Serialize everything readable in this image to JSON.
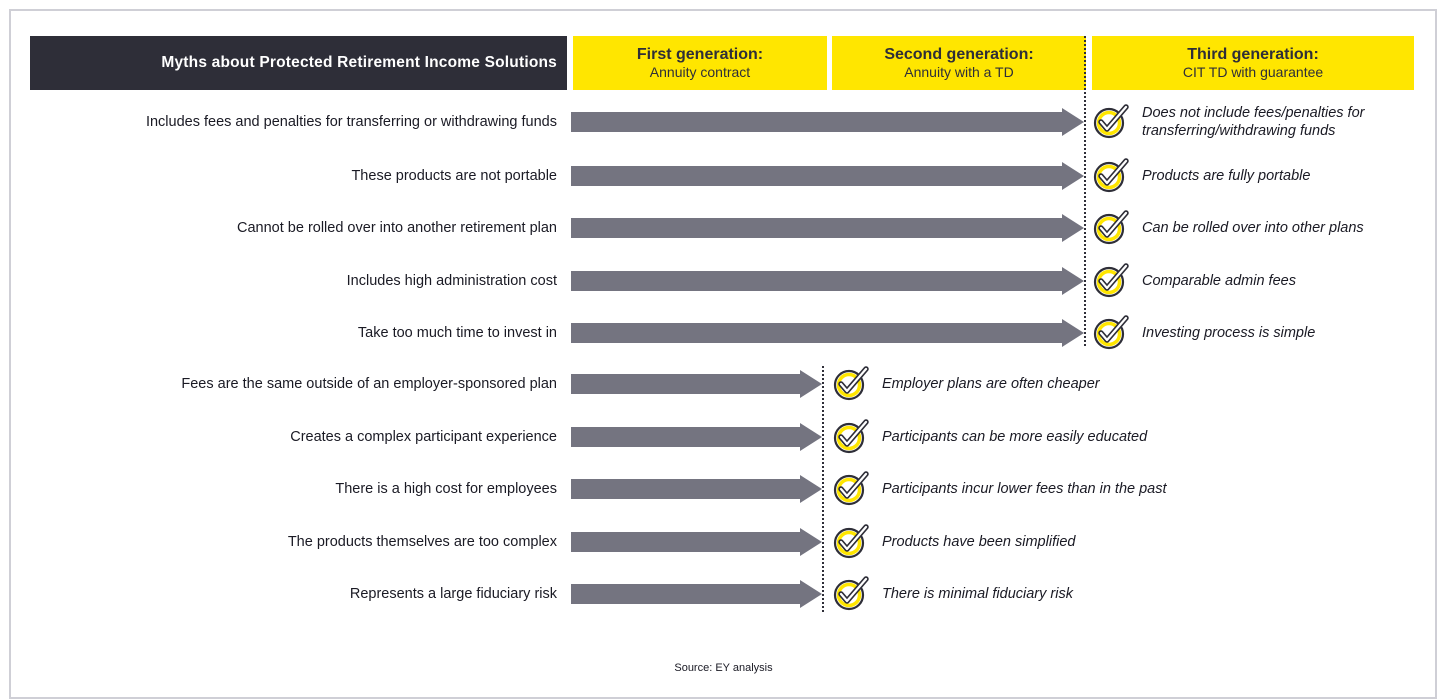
{
  "header": {
    "myths_title": "Myths about Protected Retirement Income Solutions",
    "generations": [
      {
        "title": "First generation:",
        "subtitle": "Annuity contract"
      },
      {
        "title": "Second generation:",
        "subtitle": "Annuity with a TD"
      },
      {
        "title": "Third generation:",
        "subtitle": "CIT TD with guarantee"
      }
    ]
  },
  "colors": {
    "header_dark": "#2e2e38",
    "header_yellow": "#ffe600",
    "arrow": "#747480",
    "check": "#ffe600"
  },
  "rows": [
    {
      "myth": "Includes fees and penalties for transferring or withdrawing funds",
      "outcome": "Does not include fees/penalties for\ntransferring/withdrawing funds",
      "resolved_by": "Third generation"
    },
    {
      "myth": "These products are not portable",
      "outcome": "Products are fully portable",
      "resolved_by": "Third generation"
    },
    {
      "myth": "Cannot be rolled over into another retirement plan",
      "outcome": "Can be rolled over into other plans",
      "resolved_by": "Third generation"
    },
    {
      "myth": "Includes high administration cost",
      "outcome": "Comparable admin fees",
      "resolved_by": "Third generation"
    },
    {
      "myth": "Take too much time to invest in",
      "outcome": "Investing process is simple",
      "resolved_by": "Third generation"
    },
    {
      "myth": "Fees are the same outside of an employer-sponsored plan",
      "outcome": "Employer plans are often cheaper",
      "resolved_by": "Second generation"
    },
    {
      "myth": "Creates a complex participant experience",
      "outcome": "Participants can be more easily educated",
      "resolved_by": "Second generation"
    },
    {
      "myth": "There is a high cost for employees",
      "outcome": "Participants incur lower fees than in the past",
      "resolved_by": "Second generation"
    },
    {
      "myth": "The products themselves are too complex",
      "outcome": "Products have been simplified",
      "resolved_by": "Second generation"
    },
    {
      "myth": "Represents a large fiduciary risk",
      "outcome": "There is minimal fiduciary risk",
      "resolved_by": "Second generation"
    }
  ],
  "source": {
    "label": "Source:",
    "text": "EY analysis"
  }
}
